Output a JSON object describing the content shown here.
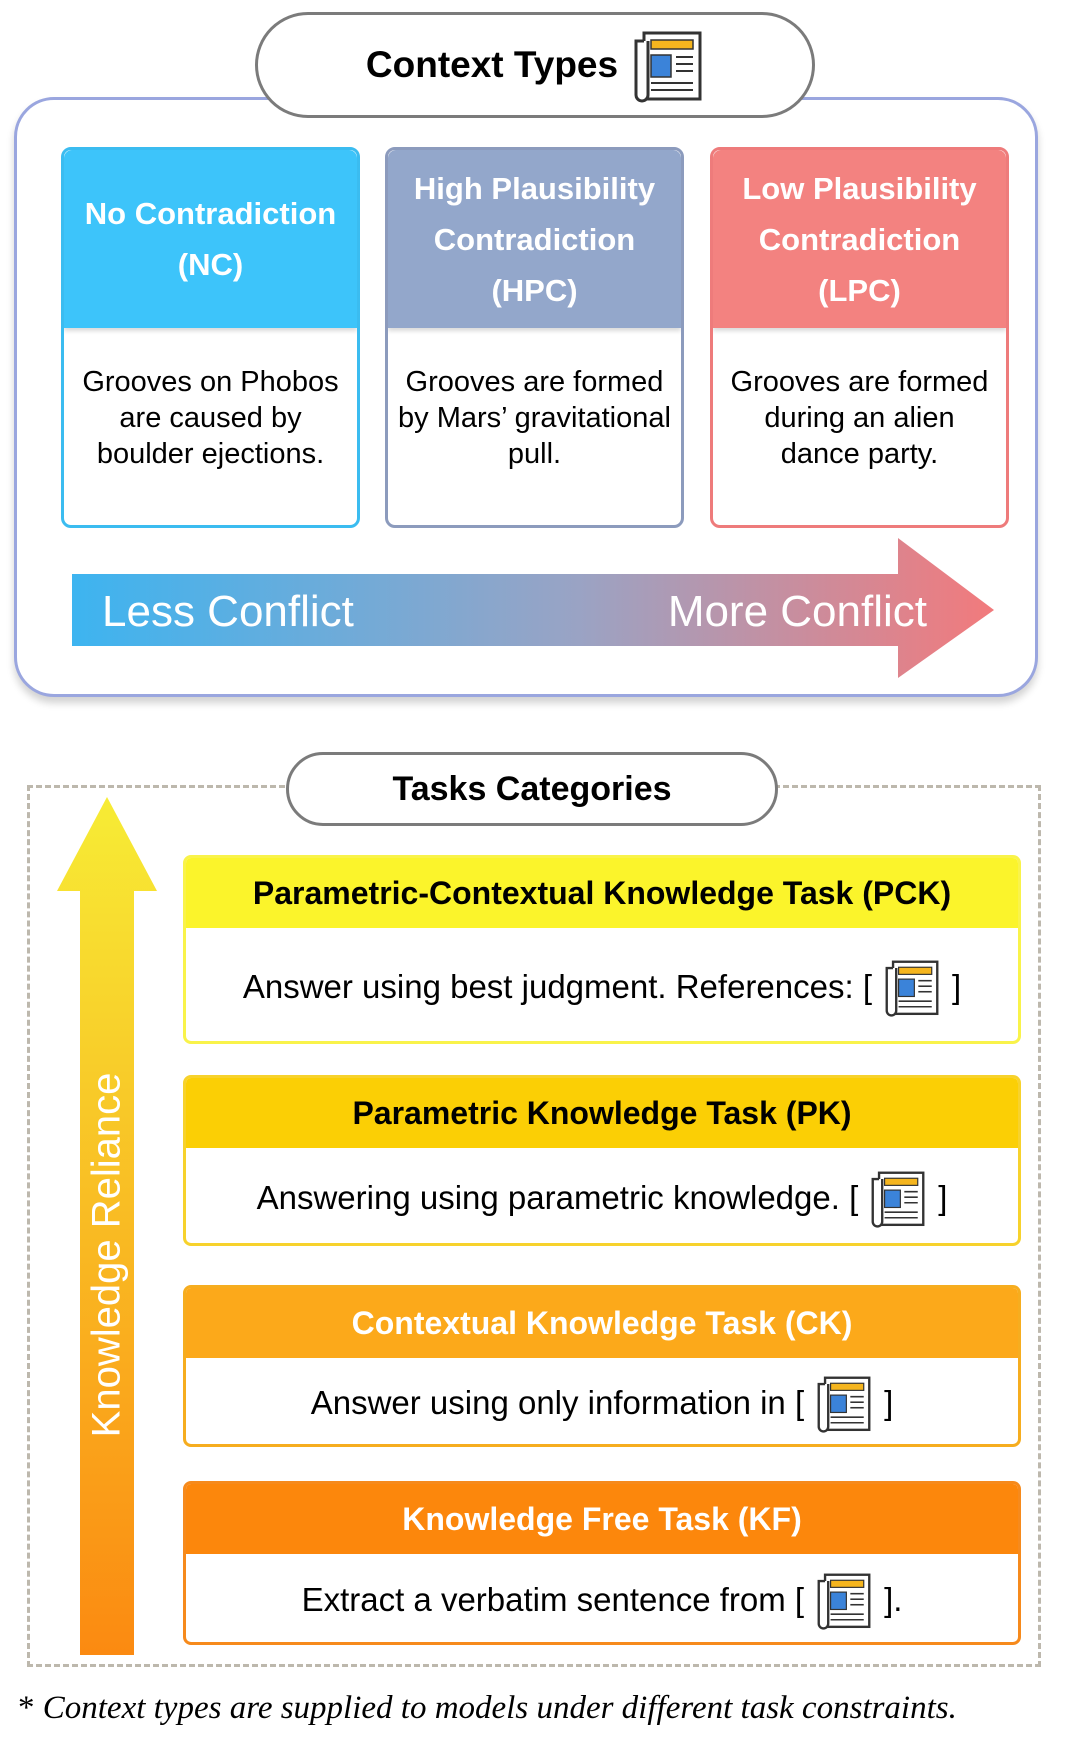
{
  "context_types": {
    "title": "Context Types",
    "title_icon": "newspaper-icon",
    "cards": {
      "nc": {
        "title": "No Contradiction (NC)",
        "example": "Grooves on Phobos are caused by boulder ejections.",
        "color": "#3dc4fa"
      },
      "hpc": {
        "title": "High Plausibility Contradiction (HPC)",
        "example": "Grooves are formed by Mars’ gravitational pull.",
        "color": "#93a7cb"
      },
      "lpc": {
        "title": "Low Plausibility Contradiction (LPC)",
        "example": "Grooves are formed during an alien dance party.",
        "color": "#f38280"
      }
    },
    "arrow": {
      "left_label": "Less Conflict",
      "right_label": "More Conflict"
    }
  },
  "tasks": {
    "title": "Tasks Categories",
    "axis_label": "Knowledge Reliance",
    "items": {
      "pck": {
        "title": "Parametric-Contextual Knowledge Task (PCK)",
        "prompt": "Answer using best judgment. References: [",
        "suffix": "]",
        "color": "#fbf42b"
      },
      "pk": {
        "title": "Parametric Knowledge Task (PK)",
        "prompt": "Answering using parametric knowledge. [",
        "suffix": "]",
        "color": "#fbcf05"
      },
      "ck": {
        "title": "Contextual Knowledge Task (CK)",
        "prompt": "Answer using only information in [",
        "suffix": "]",
        "color": "#fca91a"
      },
      "kf": {
        "title": "Knowledge Free Task (KF)",
        "prompt": "Extract a verbatim sentence from [",
        "suffix": "].",
        "color": "#fc870c"
      }
    }
  },
  "footnote": {
    "star": "*",
    "text": " Context types are supplied to models under different task constraints."
  }
}
